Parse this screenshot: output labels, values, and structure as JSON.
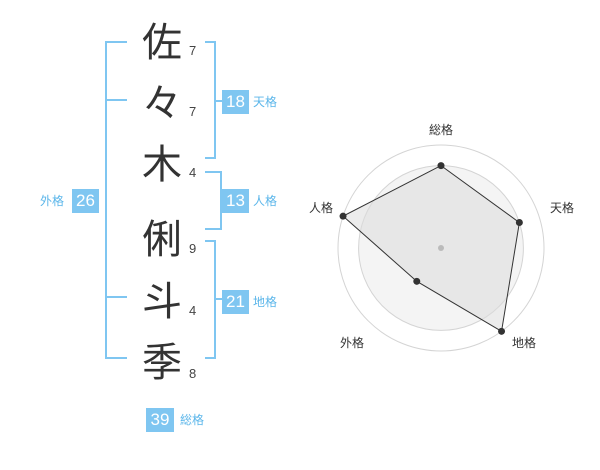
{
  "name": {
    "characters": [
      {
        "char": "佐",
        "strokes": "7"
      },
      {
        "char": "々",
        "strokes": "7"
      },
      {
        "char": "木",
        "strokes": "4"
      },
      {
        "char": "俐",
        "strokes": "9"
      },
      {
        "char": "斗",
        "strokes": "4"
      },
      {
        "char": "季",
        "strokes": "8"
      }
    ]
  },
  "fortunes": {
    "tenkaku": {
      "value": "18",
      "label": "天格"
    },
    "jinkaku": {
      "value": "13",
      "label": "人格"
    },
    "chikaku": {
      "value": "21",
      "label": "地格"
    },
    "gaikaku": {
      "value": "26",
      "label": "外格"
    },
    "soukaku": {
      "value": "39",
      "label": "総格"
    }
  },
  "colors": {
    "badge": "#7fc6f1",
    "label": "#5bb6ea",
    "radar_fill": "#eeeeee",
    "radar_line": "#333333",
    "ring": "#d4d4d4"
  },
  "chart_data": {
    "type": "radar",
    "axes": [
      "総格",
      "天格",
      "地格",
      "外格",
      "人格"
    ],
    "values": [
      4,
      4,
      5,
      2,
      5
    ],
    "max": 5,
    "rings": 5
  }
}
